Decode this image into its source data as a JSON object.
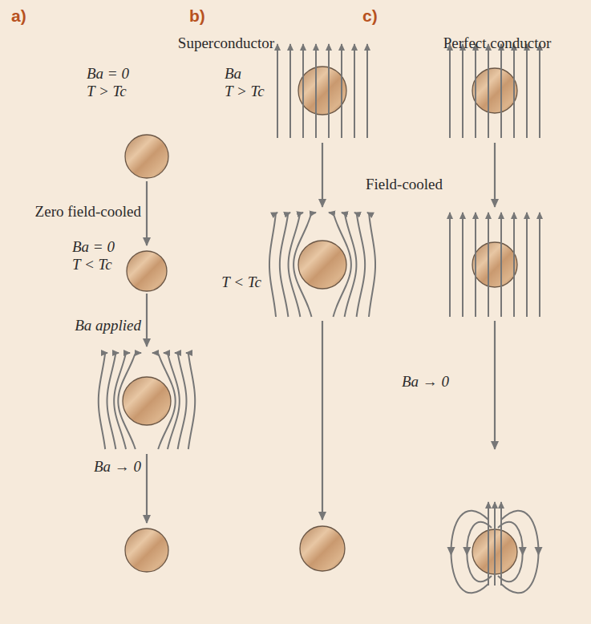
{
  "diagram": {
    "labels": [
      "a)",
      "b)",
      "c)",
      "Superconductor",
      "Perfect conductor",
      "Ba = 0",
      "T > Tc",
      "Zero field-cooled",
      "Ba = 0",
      "T < Tc",
      "Ba applied",
      "Ba → 0",
      "Ba",
      "T > Tc",
      "Field-cooled",
      "T < Tc",
      "Ba → 0"
    ]
  }
}
